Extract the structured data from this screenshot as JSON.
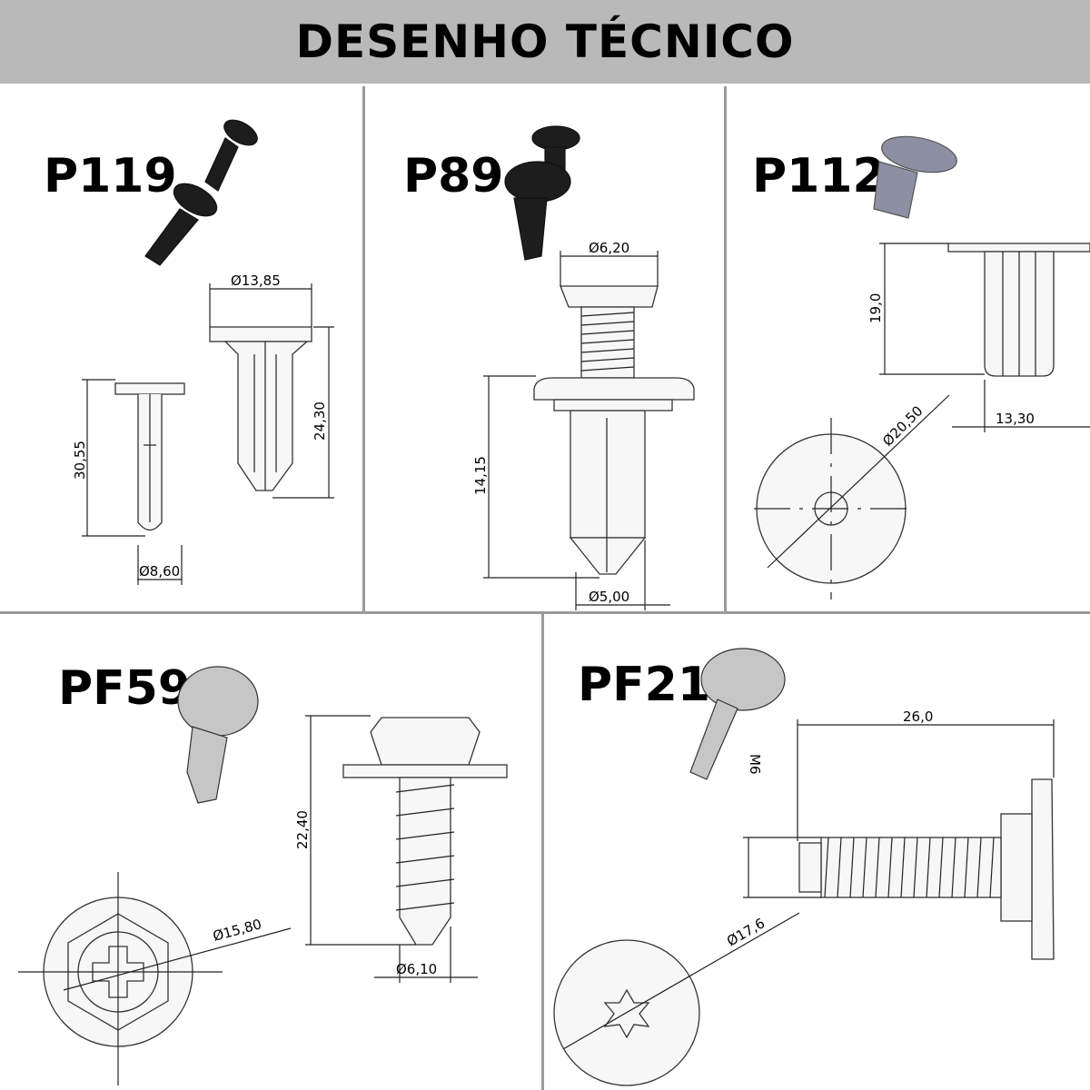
{
  "header": {
    "title": "DESENHO TÉCNICO"
  },
  "parts": {
    "p119": {
      "code": "P119",
      "dims": [
        "Ø13,85",
        "24,30",
        "30,55",
        "Ø8,60"
      ]
    },
    "p89": {
      "code": "P89",
      "dims": [
        "Ø6,20",
        "14,15",
        "Ø5,00"
      ]
    },
    "p112": {
      "code": "P112",
      "dims": [
        "19,0",
        "13,30",
        "Ø20,50"
      ]
    },
    "pf59": {
      "code": "PF59",
      "dims": [
        "22,40",
        "Ø15,80",
        "Ø6,10"
      ]
    },
    "pf21": {
      "code": "PF21",
      "dims": [
        "26,0",
        "M6",
        "Ø17,6"
      ]
    }
  },
  "colors": {
    "header_bg": "#b9b9b9",
    "divider": "#9a9a9a"
  }
}
